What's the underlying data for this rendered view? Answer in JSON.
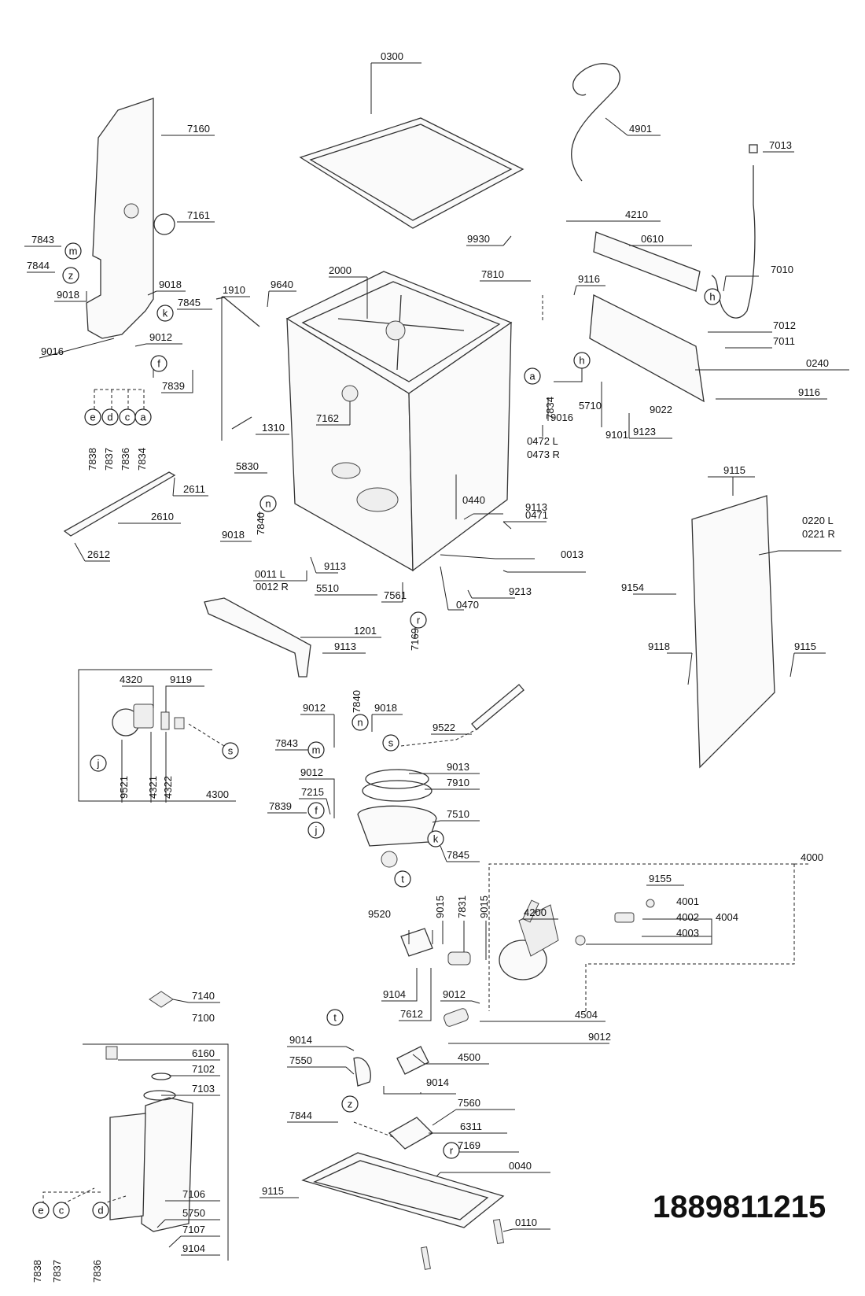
{
  "document_number": "1889811215",
  "part_labels": [
    "0300",
    "4901",
    "7013",
    "7160",
    "7161",
    "7843",
    "7844",
    "9018",
    "9018",
    "9016",
    "9012",
    "7839",
    "7845",
    "7838",
    "7837",
    "7836",
    "7834",
    "1910",
    "9640",
    "2000",
    "9930",
    "7810",
    "4210",
    "0610",
    "7010",
    "9116",
    "7012",
    "7011",
    "0240",
    "9116",
    "7162",
    "1310",
    "5830",
    "2611",
    "2610",
    "2612",
    "9018",
    "7840",
    "7834",
    "9016",
    "5710",
    "9022",
    "9101",
    "9123",
    "0472 L",
    "0473 R",
    "0440",
    "9113",
    "0471",
    "0013",
    "9113",
    "0011 L",
    "0012 R",
    "5510",
    "7561",
    "9213",
    "0470",
    "7169",
    "1201",
    "9113",
    "9115",
    "0220 L",
    "0221 R",
    "9154",
    "9118",
    "9115",
    "4320",
    "9119",
    "9521",
    "4321",
    "4322",
    "4300",
    "9012",
    "7840",
    "9018",
    "9522",
    "7843",
    "9013",
    "7910",
    "9012",
    "7215",
    "7839",
    "7510",
    "7845",
    "4000",
    "9155",
    "4001",
    "4002",
    "4004",
    "4003",
    "9520",
    "9015",
    "7831",
    "9015",
    "4200",
    "9104",
    "7612",
    "9012",
    "4504",
    "9012",
    "9014",
    "7550",
    "4500",
    "9014",
    "7140",
    "7100",
    "6160",
    "7102",
    "7103",
    "7844",
    "7560",
    "6311",
    "7169",
    "0040",
    "9115",
    "7106",
    "5750",
    "7107",
    "9104",
    "0110",
    "7838",
    "7837",
    "7836"
  ],
  "callout_letters": [
    "m",
    "z",
    "k",
    "f",
    "e",
    "d",
    "c",
    "a",
    "h",
    "a",
    "h",
    "n",
    "r",
    "j",
    "s",
    "n",
    "m",
    "s",
    "f",
    "j",
    "k",
    "t",
    "t",
    "z",
    "r",
    "e",
    "c",
    "d"
  ]
}
